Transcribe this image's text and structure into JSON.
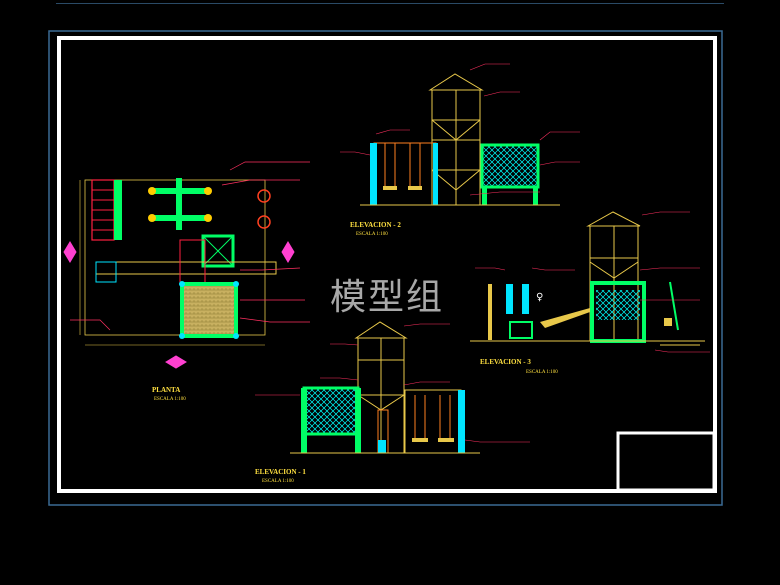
{
  "drawing": {
    "watermark": "模型组",
    "views": [
      {
        "title": "PLANTA",
        "scale": "ESCALA 1:100"
      },
      {
        "title": "ELEVACION - 2",
        "scale": "ESCALA 1:100"
      },
      {
        "title": "ELEVACION - 3",
        "scale": "ESCALA 1:100"
      },
      {
        "title": "ELEVACION - 1",
        "scale": "ESCALA 1:100"
      }
    ]
  },
  "colors": {
    "background": "#000000",
    "outer_frame": "#3a6a94",
    "inner_frame": "#ffffff",
    "structure": "#e8c84a",
    "columns": "#00ff66",
    "accent": "#00e5ff",
    "leader": "#ff3060",
    "marker": "#ff40d0"
  }
}
